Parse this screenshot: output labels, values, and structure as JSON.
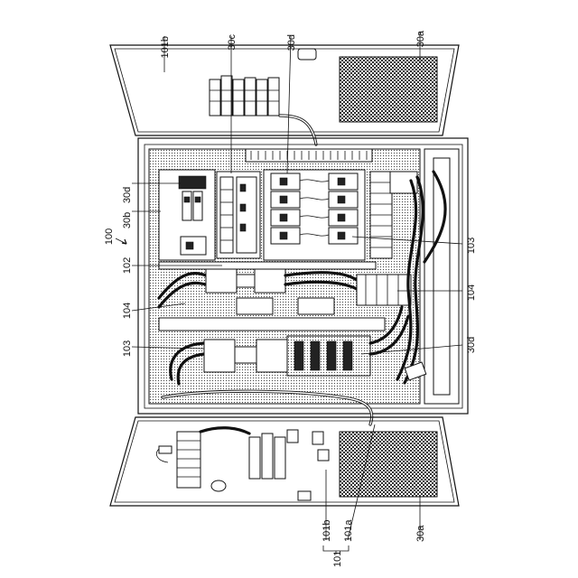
{
  "labels": {
    "door_top": "101b",
    "vent_top": "30a",
    "module_c": "30c",
    "module_d_top": "30d",
    "module_d_left": "30d",
    "module_b": "30b",
    "cabinet": "100",
    "ref_102": "102",
    "ref_104_left": "104",
    "ref_103_left": "103",
    "ref_103_right": "103",
    "ref_104_right": "104",
    "module_d_right": "30d",
    "door_bottom_b": "101b",
    "door_bottom_a": "101a",
    "door_bottom": "101",
    "vent_bottom": "30a"
  },
  "colors": {
    "ink": "#111111",
    "paper": "#ffffff",
    "hatch": "#333333"
  }
}
